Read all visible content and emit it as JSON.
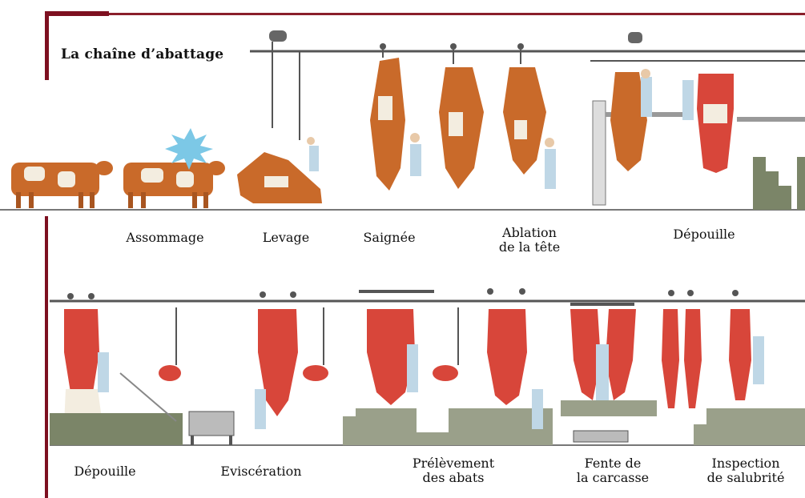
{
  "title": "La chaîne d’abattage",
  "top_row_steps": [
    {
      "label": "Assommage"
    },
    {
      "label": "Levage"
    },
    {
      "label": "Saignée"
    },
    {
      "label": "Ablation\nde la tête"
    },
    {
      "label": "Dépouille"
    }
  ],
  "bottom_row_steps": [
    {
      "label": "Dépouille"
    },
    {
      "label": "Eviscération"
    },
    {
      "label": "Prélèvement\ndes abats"
    },
    {
      "label": "Fente de\nla carcasse"
    },
    {
      "label": "Inspection\nde salubrité"
    }
  ],
  "colors": {
    "frame": "#7d1020",
    "hide": "#c96a2a",
    "carcass": "#d8463a",
    "rail": "#555555",
    "platform": "#9aa08a"
  }
}
